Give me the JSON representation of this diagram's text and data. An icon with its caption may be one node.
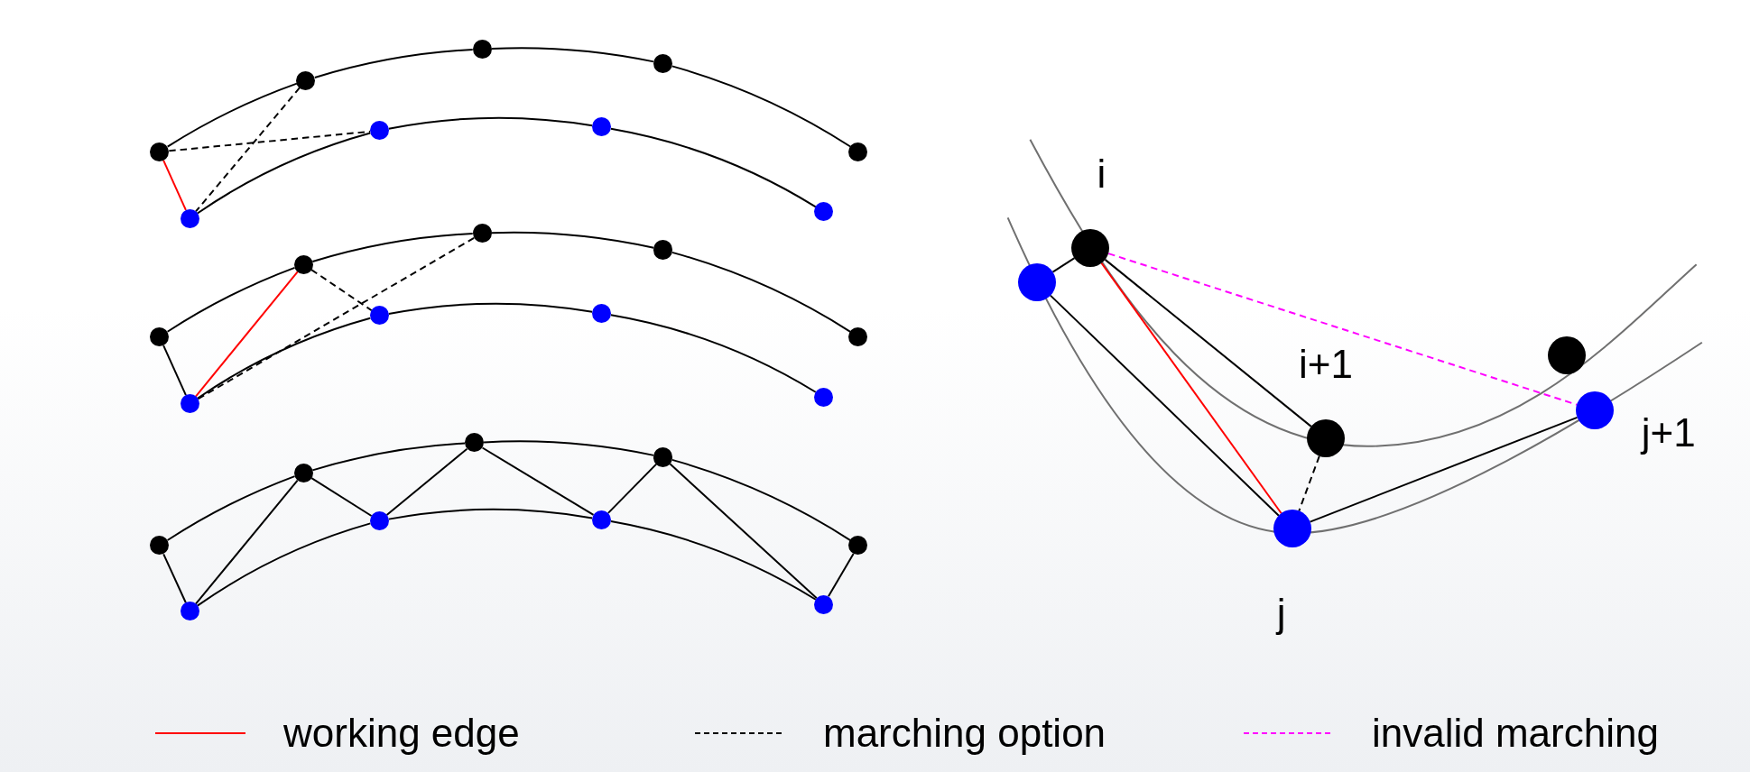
{
  "diagram": {
    "nodes": [
      {
        "text": [],
        "shape": "circle"
      },
      {
        "text": [],
        "shape": "circle"
      },
      {
        "text": [],
        "shape": "circle"
      },
      {
        "text": [],
        "shape": "circle"
      },
      {
        "text": [],
        "shape": "circle"
      },
      {
        "text": [],
        "shape": "circle"
      },
      {
        "text": [],
        "shape": "circle"
      },
      {
        "text": [],
        "shape": "circle"
      },
      {
        "text": [],
        "shape": "circle"
      },
      {
        "text": [],
        "shape": "circle"
      },
      {
        "text": [],
        "shape": "circle"
      },
      {
        "text": [],
        "shape": "circle"
      },
      {
        "text": [],
        "shape": "circle"
      },
      {
        "text": [],
        "shape": "circle"
      },
      {
        "text": [],
        "shape": "circle"
      },
      {
        "text": [],
        "shape": "circle"
      },
      {
        "text": [],
        "shape": "circle"
      },
      {
        "text": [],
        "shape": "circle"
      },
      {
        "text": [],
        "shape": "circle"
      },
      {
        "text": [],
        "shape": "circle"
      },
      {
        "text": [],
        "shape": "circle"
      },
      {
        "text": [],
        "shape": "circle"
      },
      {
        "text": [],
        "shape": "circle"
      },
      {
        "text": [],
        "shape": "circle"
      },
      {
        "text": [],
        "shape": "circle"
      },
      {
        "text": [],
        "shape": "circle"
      },
      {
        "text": [],
        "shape": "circle"
      },
      {
        "text": [],
        "shape": "circle"
      },
      {
        "text": [],
        "shape": "circle",
        "beside": [
          "i"
        ]
      },
      {
        "text": [],
        "shape": "circle",
        "beside": [
          "j"
        ]
      },
      {
        "text": [],
        "shape": "circle",
        "beside": [
          "i+1"
        ]
      },
      {
        "text": [],
        "shape": "circle"
      },
      {
        "text": [],
        "shape": "circle",
        "beside": [
          "j+1"
        ]
      }
    ],
    "edges": [
      {
        "from": 0,
        "to": 1,
        "arrow": "none"
      },
      {
        "from": 1,
        "to": 2,
        "arrow": "none"
      },
      {
        "from": 2,
        "to": 3,
        "arrow": "none"
      },
      {
        "from": 3,
        "to": 4,
        "arrow": "none"
      },
      {
        "from": 5,
        "to": 6,
        "arrow": "none"
      },
      {
        "from": 6,
        "to": 7,
        "arrow": "none"
      },
      {
        "from": 7,
        "to": 8,
        "arrow": "none"
      },
      {
        "from": 0,
        "to": 5,
        "arrow": "none",
        "color": "#ff0000"
      },
      {
        "from": 0,
        "to": 6,
        "arrow": "none",
        "style": "dashed"
      },
      {
        "from": 1,
        "to": 5,
        "arrow": "none",
        "style": "dashed"
      },
      {
        "from": 9,
        "to": 10,
        "arrow": "none"
      },
      {
        "from": 10,
        "to": 11,
        "arrow": "none"
      },
      {
        "from": 11,
        "to": 12,
        "arrow": "none"
      },
      {
        "from": 12,
        "to": 13,
        "arrow": "none"
      },
      {
        "from": 14,
        "to": 15,
        "arrow": "none"
      },
      {
        "from": 15,
        "to": 16,
        "arrow": "none"
      },
      {
        "from": 16,
        "to": 17,
        "arrow": "none"
      },
      {
        "from": 9,
        "to": 14,
        "arrow": "none"
      },
      {
        "from": 10,
        "to": 14,
        "arrow": "none",
        "color": "#ff0000"
      },
      {
        "from": 10,
        "to": 15,
        "arrow": "none",
        "style": "dashed"
      },
      {
        "from": 11,
        "to": 14,
        "arrow": "none",
        "style": "dashed"
      },
      {
        "from": 18,
        "to": 19,
        "arrow": "none"
      },
      {
        "from": 19,
        "to": 20,
        "arrow": "none"
      },
      {
        "from": 20,
        "to": 21,
        "arrow": "none"
      },
      {
        "from": 21,
        "to": 22,
        "arrow": "none"
      },
      {
        "from": 23,
        "to": 24,
        "arrow": "none"
      },
      {
        "from": 24,
        "to": 25,
        "arrow": "none"
      },
      {
        "from": 25,
        "to": 26,
        "arrow": "none"
      },
      {
        "from": 18,
        "to": 23,
        "arrow": "none"
      },
      {
        "from": 19,
        "to": 23,
        "arrow": "none"
      },
      {
        "from": 19,
        "to": 24,
        "arrow": "none"
      },
      {
        "from": 20,
        "to": 24,
        "arrow": "none"
      },
      {
        "from": 20,
        "to": 25,
        "arrow": "none"
      },
      {
        "from": 21,
        "to": 25,
        "arrow": "none"
      },
      {
        "from": 21,
        "to": 26,
        "arrow": "none"
      },
      {
        "from": 22,
        "to": 26,
        "arrow": "none"
      },
      {
        "from": 27,
        "to": 28,
        "arrow": "none"
      },
      {
        "from": 27,
        "to": 29,
        "arrow": "none"
      },
      {
        "from": 28,
        "to": 30,
        "arrow": "none"
      },
      {
        "from": 28,
        "to": 29,
        "arrow": "none",
        "color": "#ff0000"
      },
      {
        "from": 30,
        "to": 29,
        "arrow": "none",
        "style": "dashed"
      },
      {
        "from": 29,
        "to": 32,
        "arrow": "none"
      },
      {
        "from": 28,
        "to": 32,
        "arrow": "none",
        "style": "dashed",
        "color": "#ff00ff"
      }
    ],
    "legend": [
      {
        "text": "working edge"
      },
      {
        "text": "marching option"
      },
      {
        "text": "invalid marching"
      }
    ]
  }
}
